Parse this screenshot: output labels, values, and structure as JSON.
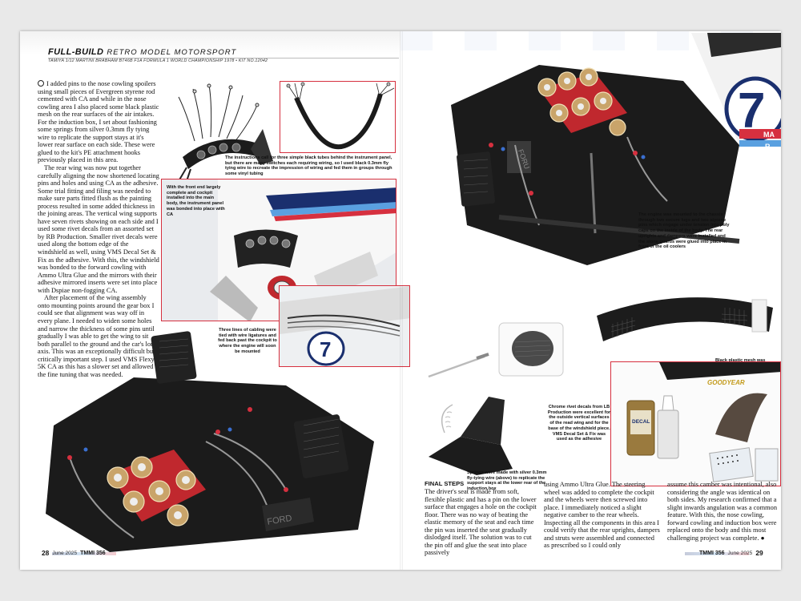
{
  "header": {
    "title_bold": "FULL-BUILD",
    "title_light": "RETRO MODEL MOTORSPORT",
    "subtitle": "TAMIYA 1/12 MARTINI BRABHAM BT46B F1A FORMULA 1 WORLD CHAMPIONSHIP 1978 • KIT NO.12042"
  },
  "body_left": [
    "I added pins to the nose cowling spoilers using small pieces of Evergreen styrene rod cemented with CA and while in the nose cowling area I also placed some black plastic mesh on the rear surfaces of the air intakes. For the induction box, I set about fashioning some springs from silver 0.3mm fly tying wire to replicate the support stays at it's lower rear surface on each side. These were glued to the kit's PE attachment hooks previously placed in this area.",
    "The rear wing was now put together carefully aligning the now shortened locating pins and holes and using CA as the adhesive. Some trial fitting and filing was needed to make sure parts fitted flush as the painting process resulted in some added thickness in the joining areas. The vertical wing supports have seven rivets showing on each side and I used some rivet decals from an assorted set by RB Production. Smaller rivet decals were used along the bottom edge of the windshield as well, using VMS Decal Set & Fix as the adhesive. With this, the windshield was bonded to the forward cowling with Ammo Ultra Glue and the mirrors with their adhesive mirrored inserts were set into place with Dspiae non-fogging CA.",
    "After placement of the wing assembly onto mounting points around the gear box I could see that alignment was way off in every plane. I needed to widen some holes and narrow the thickness of some pins until gradually I was able to get the wing to sit both parallel to the ground and the car's long axis. This was an exceptionally difficult but critically important step. I used VMS Flexy 5K CA as this has a slower set and allowed the fine tuning that was needed."
  ],
  "captions": {
    "instrument_tubes": "The instructions call for three simple black tubes behind the instrument panel, but there are many switches each requiring wiring, so I used black 0.3mm fly tying wire to recreate the impression of wiring and fed them in groups through some vinyl tubing",
    "front_end": "With the front end largely complete and cockpit installed into the main body, the instrument panel was bonded into place with CA",
    "cabling": "Three lines of cabling were tied with wire ligatures and fed back past the cockpit to where the engine will soon be mounted",
    "engine_mount": "The engine was mounted to the chassis through two secure lugs and two styrene pins which engage under tension into poly caps on the inside of the body. The rear uprights and dampers were installed and the stone guards were glued into place in front of the oil coolers",
    "mesh": "Black plastic mesh was glued at the rear side of the air intakes",
    "springs": "Springs were made with silver 0.3mm fly-tying wire (above) to replicate the support stays at the lower rear of the induction box",
    "rivets": "Chrome rivet decals from LB Production were excellent for the outside vertical surfaces of the read wing and for the base of the windshield piece. VMS Decal Set & Fix was used as the adhesive"
  },
  "final_steps": {
    "heading": "FINAL STEPS",
    "col1": "The driver's seat is made from soft, flexible plastic and has a pin on the lower surface that engages a hole on the cockpit floor. There was no way of beating the elastic memory of the seat and each time the pin was inserted the seat gradually dislodged itself. The solution was to cut the pin off and glue the seat into place passively",
    "col2": "using Ammo Ultra Glue. The steering wheel was added to complete the cockpit and the wheels were then screwed into place. I immediately noticed a slight negative camber to the rear wheels. Inspecting all the components in this area I could verify that the rear uprights, dampers and struts were assembled and connected as prescribed so I could only",
    "col3": "assume this camber was intentional, also considering the angle was identical on both sides. My research confirmed that a slight inwards angulation was a common feature. With this, the nose cowling, forward cowling and induction box were replaced onto the body and this most challenging project was complete."
  },
  "folio": {
    "left_page": "28",
    "left_date": "June 2025",
    "left_mag": "TMMI 356",
    "right_mag": "TMMI 356",
    "right_date": "June 2025",
    "right_page": "29"
  },
  "labels": {
    "car_number": "7",
    "sponsor_m": "MA",
    "sponsor_r": "R",
    "goodyear": "GOODYEAR",
    "decal_bottle": "DECAL",
    "foru_a": "FORU",
    "foru_b": "FORD"
  },
  "colors": {
    "accent_red": "#d6303f",
    "martini_blue": "#1a2f6e",
    "martini_light": "#5aa0e0",
    "engine_red": "#c0282e",
    "chassis_black": "#1b1b1b"
  }
}
